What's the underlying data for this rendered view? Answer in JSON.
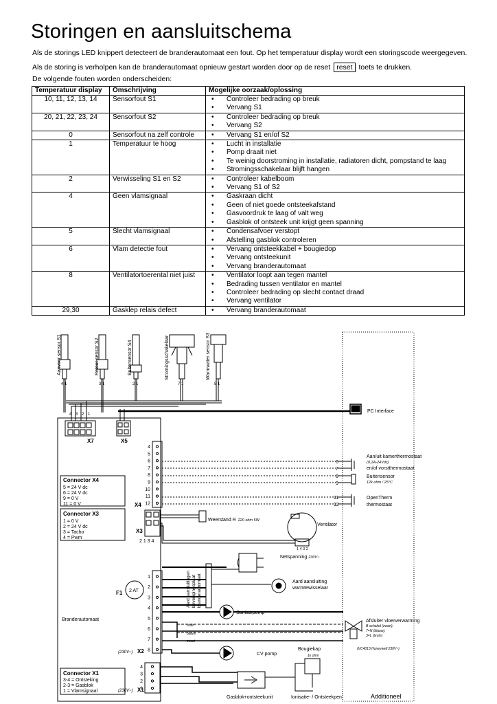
{
  "title": "Storingen en aansluitschema",
  "intro": {
    "line1": "Als de storings LED knippert detecteert de branderautomaat een fout. Op het temperatuur display wordt een storingscode weergegeven.",
    "line2_before": "Als de storing is verholpen kan de branderautomaat opnieuw gestart worden door op de reset",
    "line2_button": "reset",
    "line2_after": "toets te drukken.",
    "line3": "De volgende fouten worden onderscheiden:"
  },
  "table": {
    "headers": [
      "Temperatuur display",
      "Omschrijving",
      "Mogelijke oorzaak/oplossing"
    ],
    "bullet": "•",
    "rows": [
      {
        "code": "10, 11, 12, 13, 14",
        "desc": "Sensorfout S1",
        "causes": [
          "Controleer bedrading op breuk",
          "Vervang S1"
        ]
      },
      {
        "code": "20, 21, 22, 23, 24",
        "desc": "Sensorfout S2",
        "causes": [
          "Controleer bedrading op breuk",
          "Vervang S2"
        ]
      },
      {
        "code": "0",
        "desc": "Sensorfout na zelf controle",
        "causes": [
          "Vervang S1 en/of S2"
        ]
      },
      {
        "code": "1",
        "desc": "Temperatuur te hoog",
        "causes": [
          "Lucht in installatie",
          "Pomp draait niet",
          "Te weinig doorstroming in installatie, radiatoren dicht, pompstand te laag",
          "Stromingsschakelaar blijft hangen"
        ]
      },
      {
        "code": "2",
        "desc": "Verwisseling S1 en S2",
        "causes": [
          "Controleer kabelboom",
          "Vervang S1 of S2"
        ]
      },
      {
        "code": "4",
        "desc": "Geen vlamsignaal",
        "causes": [
          "Gaskraan dicht",
          "Geen of niet goede ontsteekafstand",
          "Gasvoordruk te laag of valt weg",
          "Gasblok of ontsteek unit krijgt geen spanning"
        ]
      },
      {
        "code": "5",
        "desc": "Slecht vlamsignaal",
        "causes": [
          "Condensafvoer verstopt",
          "Afstelling gasblok controleren"
        ]
      },
      {
        "code": "6",
        "desc": "Vlam detectie fout",
        "causes": [
          "Vervang ontsteekkabel + bougiedop",
          "Vervang ontsteekunit",
          "Vervang branderautomaat"
        ]
      },
      {
        "code": "8",
        "desc": "Ventilatortoerental niet juist",
        "causes": [
          "Ventilator loopt aan tegen mantel",
          "Bedrading tussen ventilator en mantel",
          "Controleer bedrading op slecht contact draad",
          "Vervang ventilator"
        ]
      },
      {
        "code": "29,30",
        "desc": "Gasklep relais defect",
        "causes": [
          "Vervang branderautomaat"
        ]
      }
    ]
  },
  "schema": {
    "sensors": [
      "Aanvoer sensor S1",
      "Retour sensor S2",
      "Buitensensor S4",
      "Stromingsschakelaar",
      "Warmwater sensor S3"
    ],
    "sensor_pins": [
      "4 1",
      "3 1",
      "2 1",
      "7 1",
      "5 1"
    ],
    "x7": "X7",
    "x5": "X5",
    "x4": "X4",
    "x3": "X3",
    "x2": "X2",
    "x1": "X1",
    "f1": "F1",
    "fuse": "2 AT",
    "x7_pins": [
      "4",
      "3",
      "2",
      "1"
    ],
    "x4_pins": [
      "4",
      "5",
      "6",
      "7",
      "8",
      "9",
      "10",
      "11",
      "12"
    ],
    "x3_pins": [
      "1",
      "2",
      "3",
      "4"
    ],
    "x3_bottom": "2 1 3 4",
    "x2_pins": [
      "1",
      "2",
      "3",
      "4",
      "5",
      "6",
      "7",
      "8"
    ],
    "x1_pins": [
      "4",
      "3",
      "2",
      "1"
    ],
    "pc_interface": "PC Interface",
    "connector_x4": {
      "title": "Connector X4",
      "lines": [
        "5 = 24 V dc",
        "6 = 24 V dc",
        "9 = 0 V",
        "11 = 0 V"
      ]
    },
    "connector_x3": {
      "title": "Connector X3",
      "lines": [
        "1 = 0 V",
        "2 = 24 V dc",
        "3 = Tacho",
        "4 = Pwm"
      ]
    },
    "connector_x1": {
      "title": "Connector X1",
      "lines": [
        "3-4 = Ontsteking",
        "2-3 = Gasblok",
        "1 = Vlamsignaal"
      ]
    },
    "branderautomaat": "Branderautomaat",
    "x2_voltage": "(230V~)",
    "x1_voltage": "(230V~)",
    "thermostat": {
      "title": "Aan/uit kamerthermostaat",
      "sub": "(0,1A-24Vdc)",
      "sub2": "en/of vorstthermostaat",
      "pins": [
        "6",
        "7"
      ]
    },
    "buitensensor": {
      "title": "Buitensensor",
      "sub": "12k ohm / 25°C",
      "pins": [
        "8",
        "9"
      ]
    },
    "opentherm": {
      "title": "OpenTherm",
      "sub": "thermostaat",
      "pins": [
        "11",
        "12"
      ]
    },
    "weerstand": {
      "title": "Weerstand R",
      "sub": "220 ohm 5W"
    },
    "ventilator": "Ventilator",
    "ventilator_pins": "1 4 3 2",
    "aarde_label": "Aard aansluitingen",
    "aarde_label2": "beveiligingsplaat",
    "aarde_label3": "branderautomaat",
    "netspanning": "Netspanning",
    "netspanning_v": "230V~",
    "aard_aansluiting": "Aard aansluiting",
    "aard_aansluiting2": "warmtewisselaar",
    "sanitairpomp": "Sanitairpomp",
    "cv_pomp": "CV pomp",
    "wires": [
      "bruin",
      "blauw",
      "zwart"
    ],
    "afsluiter": {
      "title": "Afsluiter vloerverwarming",
      "lines": [
        "B-schakel (zwart),",
        "7=N (blauw),",
        "3=L (bruin)"
      ],
      "note": "(VC4013 Honeywell 230V~)"
    },
    "bougiekap": {
      "title": "Bougiekap",
      "sub": "1k ohm"
    },
    "gasblok": "Gasblok+ontsteekunit",
    "ionisatie": "Ionisatie- / Ontsteekpen",
    "additioneel": "Additioneel"
  }
}
